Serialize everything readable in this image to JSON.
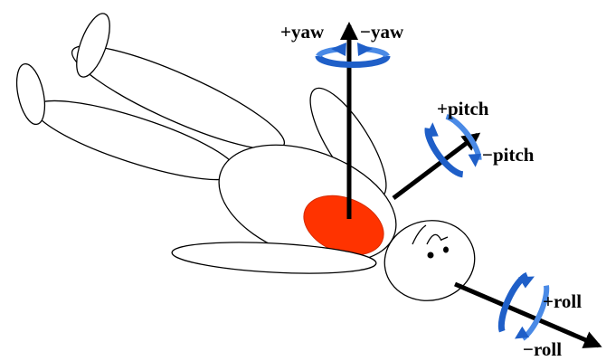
{
  "labels": {
    "plus_yaw": "+yaw",
    "minus_yaw": "−yaw",
    "plus_pitch": "+pitch",
    "minus_pitch": "−pitch",
    "plus_roll": "+roll",
    "minus_roll": "−roll"
  },
  "colors": {
    "center_of_mass": "#ff3300",
    "rotation_arrow": "#1f5fc8",
    "rotation_arrow_light": "#4a8ae6",
    "axis": "#000000"
  },
  "icons": {
    "yaw_rotation": "curved-rotation-arrow-icon",
    "pitch_rotation": "curved-rotation-arrow-icon",
    "roll_rotation": "curved-rotation-arrow-icon"
  }
}
